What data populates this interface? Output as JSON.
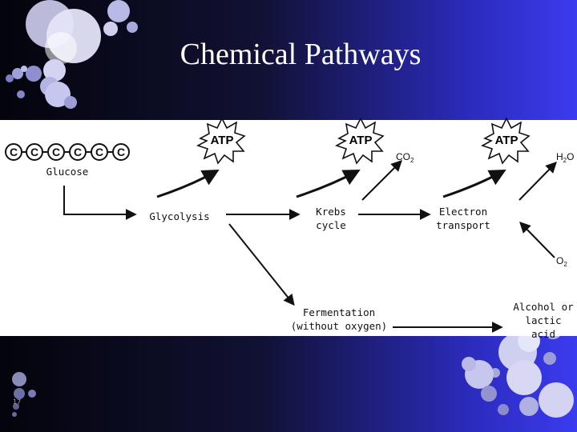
{
  "slide": {
    "title": "Chemical Pathways",
    "number": "17"
  },
  "diagram": {
    "carbon_chain": [
      "C",
      "C",
      "C",
      "C",
      "C",
      "C"
    ],
    "glucose": "Glucose",
    "glycolysis": "Glycolysis",
    "krebs": [
      "Krebs",
      "cycle"
    ],
    "electron": [
      "Electron",
      "transport"
    ],
    "fermentation": [
      "Fermentation",
      "(without oxygen)"
    ],
    "products": [
      "Alcohol or",
      "lactic acid"
    ],
    "atp": "ATP",
    "co2": "CO",
    "co2_sub": "2",
    "h2o_a": "H",
    "h2o_sub": "2",
    "h2o_b": "O",
    "o2": "O",
    "o2_sub": "2"
  },
  "colors": {
    "bubble_light": "#d8d8f4",
    "bubble_mid": "#b7b7e8",
    "bubble_dark": "#8f8fcf"
  }
}
